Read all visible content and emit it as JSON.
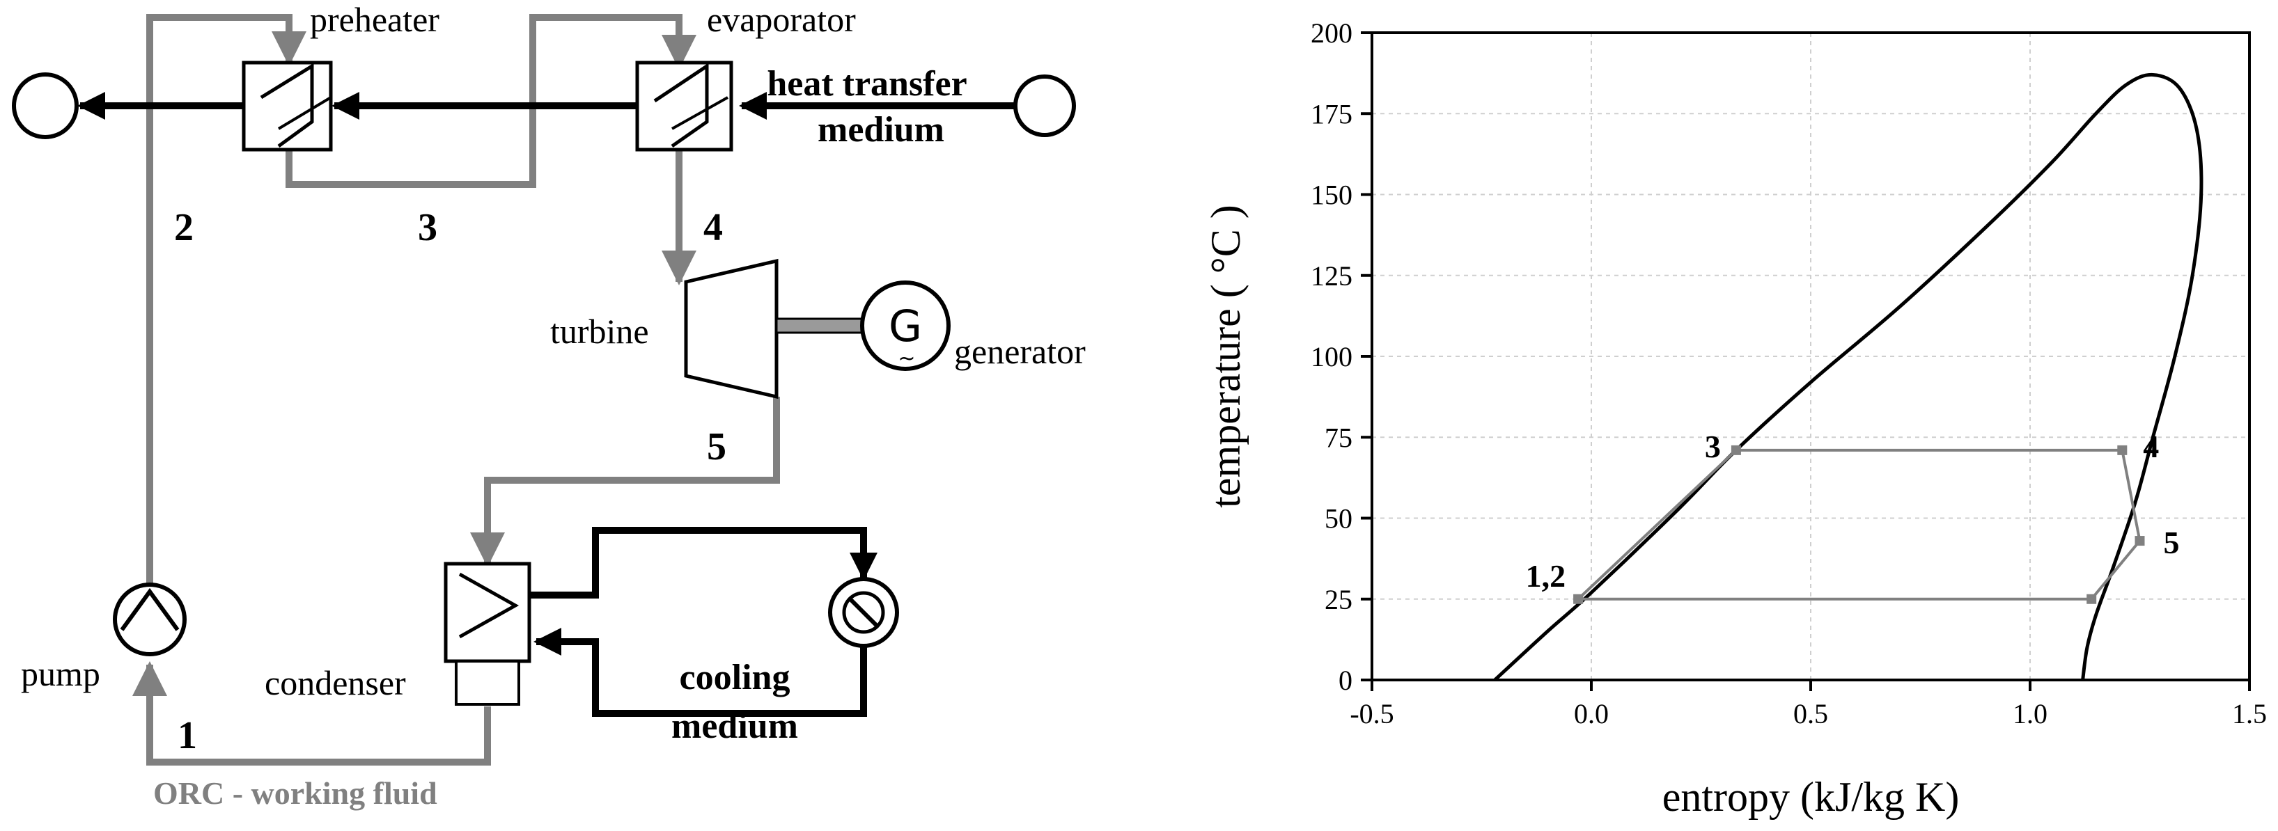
{
  "schematic": {
    "component_labels": {
      "preheater": "preheater",
      "evaporator": "evaporator",
      "turbine": "turbine",
      "generator": "generator",
      "pump": "pump",
      "condenser": "condenser"
    },
    "heat_transfer_medium": [
      "heat transfer",
      "medium"
    ],
    "cooling_medium": [
      "cooling",
      "medium"
    ],
    "working_fluid": "ORC - working fluid",
    "state_points": [
      "1",
      "2",
      "3",
      "4",
      "5"
    ],
    "colors": {
      "working_fluid": "#808080",
      "medium": "#000000"
    }
  },
  "chart_data": {
    "type": "line",
    "xlabel": "entropy (kJ/kg K)",
    "ylabel": "temperature ( °C )",
    "xlim": [
      -0.5,
      1.5
    ],
    "ylim": [
      0,
      200
    ],
    "xticks": [
      "-0.5",
      "0.0",
      "0.5",
      "1.0",
      "1.5"
    ],
    "yticks": [
      "0",
      "25",
      "50",
      "75",
      "100",
      "125",
      "150",
      "175",
      "200"
    ],
    "grid": true,
    "series": [
      {
        "role": "saturation dome",
        "color": "#000000",
        "x": [
          -0.22,
          -0.1,
          0.0,
          0.2,
          0.33,
          0.5,
          0.7,
          0.9,
          1.05,
          1.15,
          1.22,
          1.28,
          1.34,
          1.38,
          1.39,
          1.37,
          1.33,
          1.28,
          1.24,
          1.19,
          1.15,
          1.13,
          1.12
        ],
        "y": [
          0,
          15,
          27,
          53,
          71,
          92,
          115,
          140,
          160,
          175,
          184,
          187,
          183,
          170,
          150,
          125,
          100,
          75,
          55,
          35,
          20,
          10,
          0
        ]
      },
      {
        "role": "ORC cycle",
        "color": "#808080",
        "x": [
          -0.03,
          0.33,
          1.21,
          1.25,
          1.14,
          -0.03
        ],
        "y": [
          25,
          71,
          71,
          43,
          25,
          25
        ]
      }
    ],
    "points": [
      {
        "label": "1,2",
        "x": -0.03,
        "y": 25
      },
      {
        "label": "3",
        "x": 0.33,
        "y": 71
      },
      {
        "label": "4",
        "x": 1.21,
        "y": 71
      },
      {
        "label": "5",
        "x": 1.25,
        "y": 43
      },
      {
        "label": "",
        "x": 1.14,
        "y": 25
      }
    ]
  }
}
